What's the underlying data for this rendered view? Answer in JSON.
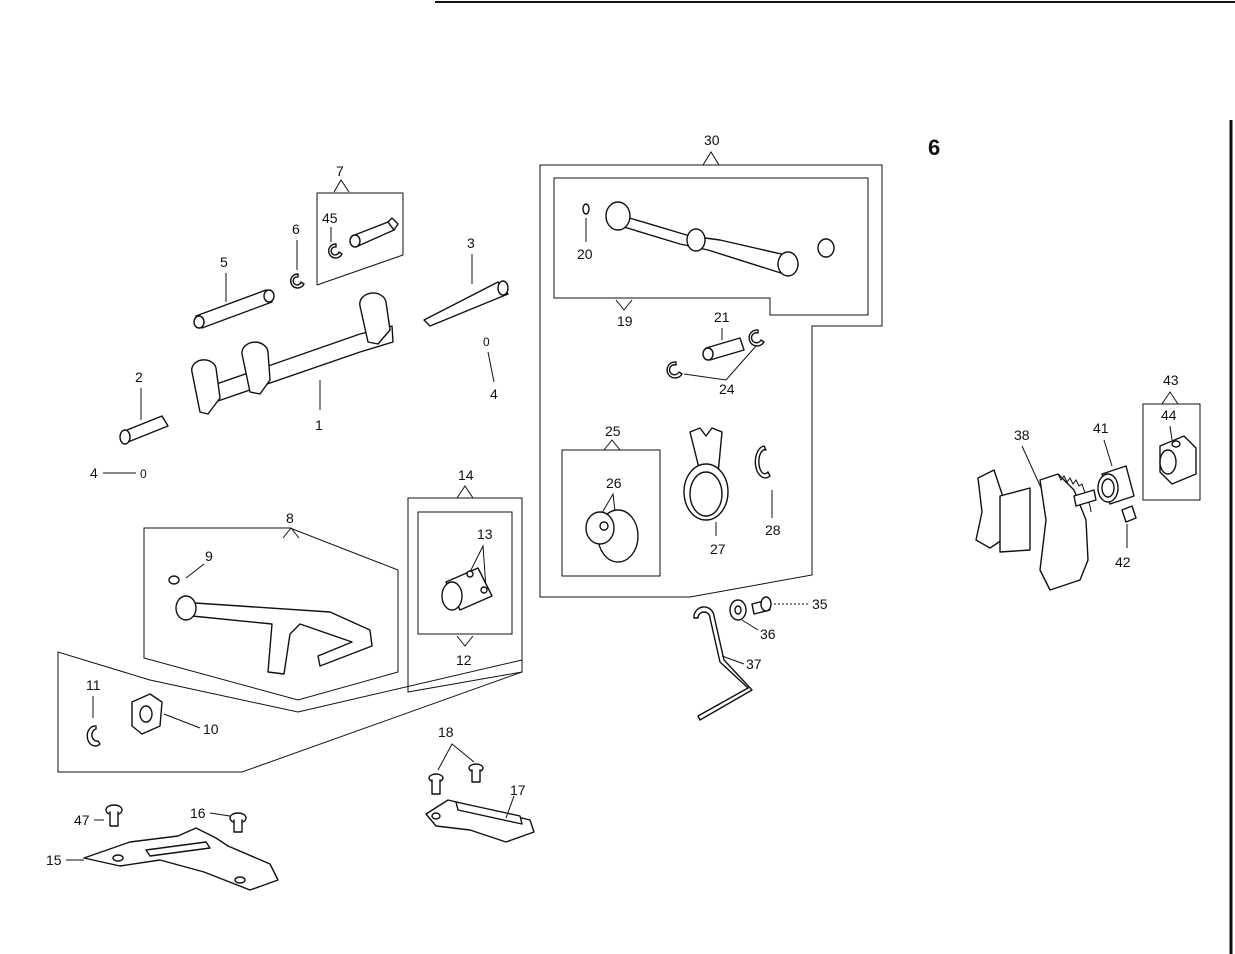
{
  "page": {
    "number": "6"
  },
  "callouts": {
    "c1": "1",
    "c2": "2",
    "c3": "3",
    "c4a": "4",
    "c4b": "4",
    "c5": "5",
    "c6": "6",
    "c7": "7",
    "c8": "8",
    "c9": "9",
    "c10": "10",
    "c11": "11",
    "c12": "12",
    "c13": "13",
    "c14": "14",
    "c15": "15",
    "c16": "16",
    "c17": "17",
    "c18": "18",
    "c19": "19",
    "c20": "20",
    "c21": "21",
    "c24": "24",
    "c25": "25",
    "c26": "26",
    "c27": "27",
    "c28": "28",
    "c30": "30",
    "c35": "35",
    "c36": "36",
    "c37": "37",
    "c38": "38",
    "c41": "41",
    "c42": "42",
    "c43": "43",
    "c44": "44",
    "c45": "45",
    "c47": "47"
  },
  "colors": {
    "ink": "#111111",
    "paper": "#ffffff"
  }
}
